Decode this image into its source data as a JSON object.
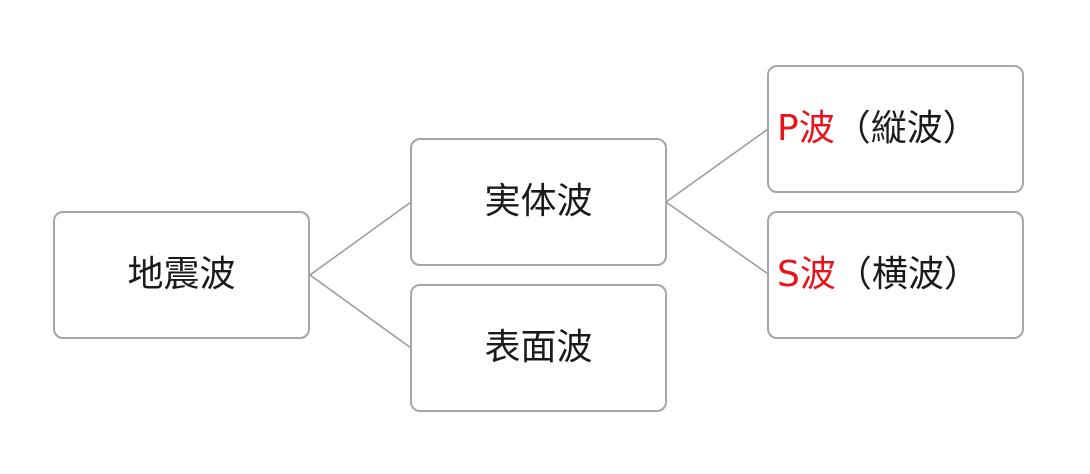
{
  "diagram": {
    "root": {
      "label": "地震波"
    },
    "body_wave": {
      "label": "実体波"
    },
    "surface_wave": {
      "label": "表面波"
    },
    "p_wave": {
      "prefix": "P波",
      "suffix": "（縦波）",
      "prefix_color": "#e8141b"
    },
    "s_wave": {
      "prefix": "S波",
      "suffix": "（横波）",
      "prefix_color": "#e8141b"
    }
  }
}
